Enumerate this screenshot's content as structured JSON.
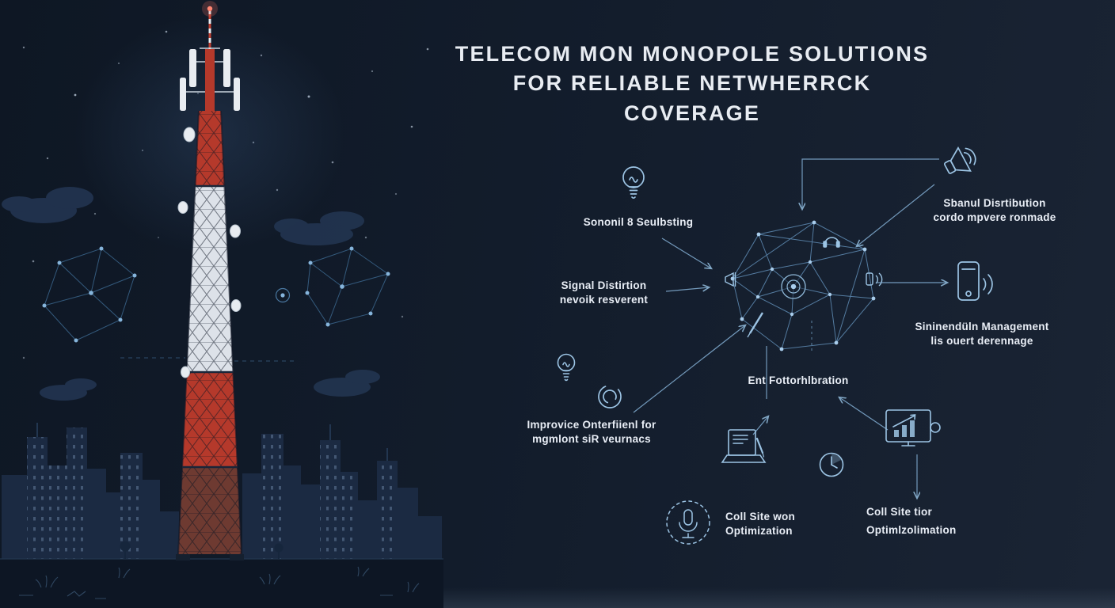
{
  "title": {
    "line1": "TELECOM MON MONOPOLE SOLUTIONS",
    "line2": "FOR RELIABLE NETWHERRCK COVERAGE"
  },
  "diagram": {
    "labels": {
      "branding": {
        "lines": [
          "Sononil 8 Seulbsting"
        ]
      },
      "signal_distribution_left": {
        "lines": [
          "Signal Distirtion",
          "nevoik resverent"
        ]
      },
      "signal_distribution_right": {
        "lines": [
          "Sbanul Disrtibution",
          "cordo mpvere ronmade"
        ]
      },
      "management": {
        "lines": [
          "Sininendüln Management",
          "lis ouert derennage"
        ]
      },
      "configuration": {
        "lines": [
          "Ent Fottorhlbration"
        ]
      },
      "improvement": {
        "lines": [
          "Improvice Onterfiienl for",
          "mgmlont siR veurnacs"
        ]
      },
      "cell_site_optimization": {
        "lines": [
          "Coll Site won",
          "Optimization"
        ]
      },
      "cell_site_optimization_right": {
        "lines": [
          "Coll Site tior",
          "Optimlzolimation"
        ]
      }
    },
    "icons": [
      "lightbulb-icon",
      "megaphone-icon",
      "smartphone-signal-icon",
      "mesh-network",
      "camera-lens-icon",
      "headset-icon",
      "speaker-left-icon",
      "speaker-right-icon",
      "stylus-icon",
      "lightbulb-small-icon",
      "spiral-icon",
      "laptop-document-icon",
      "clock-icon",
      "analytics-monitor-icon",
      "microphone-badge-icon",
      "cell-tower-illustration"
    ]
  },
  "colors": {
    "background": "#121c2b",
    "accent_line": "#8fb8d8",
    "icon_stroke": "#9cc4e4",
    "label_text": "#e9eef6",
    "title_text": "#e8ecf2",
    "tower_red": "#b23a2c",
    "tower_white": "#dde2e9",
    "skyline": "#1b2a42",
    "beacon": "#ff8672"
  }
}
